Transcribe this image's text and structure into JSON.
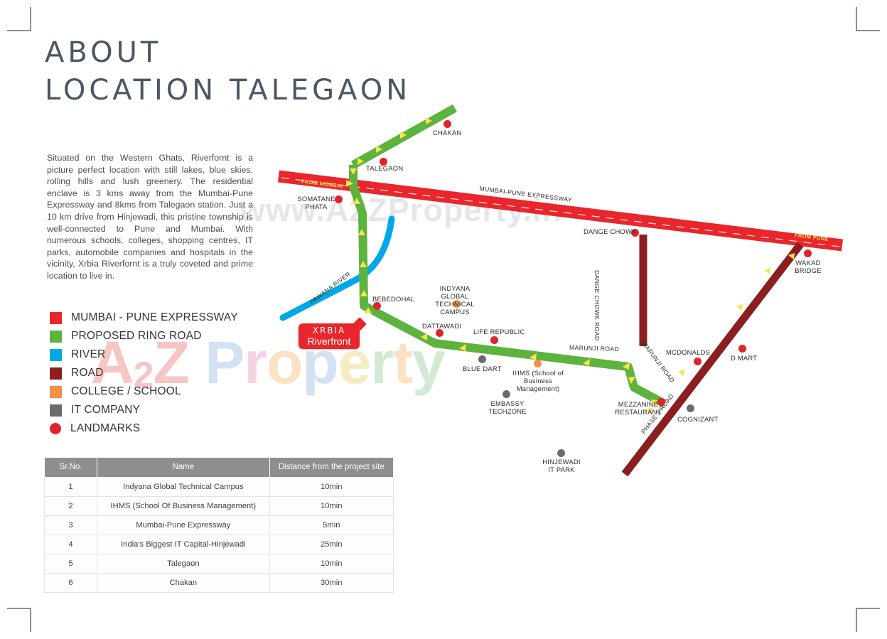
{
  "header": {
    "title_line1": "ABOUT",
    "title_line2": "LOCATION TALEGAON"
  },
  "description": {
    "text": "Situated on the Western Ghats, Riverfornt is a picture perfect location with still lakes, blue skies, rolling hills and lush greenery. The residential enclave is 3 kms away from the Mumbai-Pune Expressway and 8kms from Talegaon station. Just a 10 km drive from Hinjewadi, this pristine township is well-connected to Pune and Mumbai. With numerous schools, colleges, shopping centres, IT parks, automobile companies and hospitals in the vicinity, Xrbia Riverfornt is a truly coveted and prime location to live in."
  },
  "legend": {
    "items": [
      {
        "label": "MUMBAI - PUNE EXPRESSWAY",
        "color": "#e8262c",
        "shape": "square"
      },
      {
        "label": "PROPOSED RING ROAD",
        "color": "#5cb33e",
        "shape": "square"
      },
      {
        "label": "RIVER",
        "color": "#00a8e8",
        "shape": "square"
      },
      {
        "label": "ROAD",
        "color": "#8b1f1f",
        "shape": "square"
      },
      {
        "label": "COLLEGE / SCHOOL",
        "color": "#f0924a",
        "shape": "square"
      },
      {
        "label": "IT COMPANY",
        "color": "#6b6b6b",
        "shape": "square"
      },
      {
        "label": "LANDMARKS",
        "color": "#e0242b",
        "shape": "circle"
      }
    ]
  },
  "table": {
    "headers": [
      "Sr.No.",
      "Name",
      "Distance from the project site"
    ],
    "rows": [
      {
        "sr": "1",
        "name": "Indyana Global Technical Campus",
        "distance": "10min"
      },
      {
        "sr": "2",
        "name": "IHMS (School Of Business Management)",
        "distance": "10min"
      },
      {
        "sr": "3",
        "name": "Mumbai-Pune Expressway",
        "distance": "5min"
      },
      {
        "sr": "4",
        "name": "India's Biggest IT Capital-Hinjewadi",
        "distance": "25min"
      },
      {
        "sr": "5",
        "name": "Talegaon",
        "distance": "10min"
      },
      {
        "sr": "6",
        "name": "Chakan",
        "distance": "30min"
      }
    ]
  },
  "map": {
    "project_marker": {
      "brand": "XRBIA",
      "name": "Riverfront"
    },
    "road_labels": [
      {
        "id": "mumbai-pune-expressway",
        "text": "MUMBAI-PUNE EXPRESSWAY"
      },
      {
        "id": "from-mumbai",
        "text": "FROM MUMBAI"
      },
      {
        "id": "from-pune",
        "text": "FROM PUNE"
      },
      {
        "id": "pawana-river",
        "text": "PAWANA RIVER"
      },
      {
        "id": "dange-chowk-road",
        "text": "DANGE CHOWK ROAD"
      },
      {
        "id": "marunji-road-main",
        "text": "MARUNJI ROAD"
      },
      {
        "id": "marunji-road-diagonal",
        "text": "MARUNJI ROAD"
      },
      {
        "id": "phase-2-road",
        "text": "PHASE 2 ROAD"
      }
    ],
    "landmarks": [
      {
        "id": "chakan",
        "text": "CHAKAN",
        "type": "landmark"
      },
      {
        "id": "talegaon",
        "text": "TALEGAON",
        "type": "landmark"
      },
      {
        "id": "somatane-phata",
        "text": "SOMATANE PHATA",
        "type": "landmark"
      },
      {
        "id": "bebedohal",
        "text": "BEBEDOHAL",
        "type": "landmark"
      },
      {
        "id": "dattawadi",
        "text": "DATTAWADI",
        "type": "landmark"
      },
      {
        "id": "life-republic",
        "text": "LIFE REPUBLIC",
        "type": "landmark"
      },
      {
        "id": "dange-chowk",
        "text": "DANGE CHOWK",
        "type": "landmark"
      },
      {
        "id": "wakad-bridge",
        "text": "WAKAD BRIDGE",
        "type": "landmark"
      },
      {
        "id": "mcdonalds",
        "text": "MCDONALDS",
        "type": "landmark"
      },
      {
        "id": "d-mart",
        "text": "D MART",
        "type": "landmark"
      },
      {
        "id": "mezzanine-restaurant",
        "text": "MEZZANINE RESTAURANT",
        "type": "landmark"
      },
      {
        "id": "indyana-global-technical-campus",
        "text": "INDYANA GLOBAL TECHNICAL CAMPUS",
        "type": "college"
      },
      {
        "id": "ihms",
        "text": "IHMS (School of Business Management)",
        "type": "college"
      },
      {
        "id": "blue-dart",
        "text": "BLUE DART",
        "type": "itcompany"
      },
      {
        "id": "embassy-techzone",
        "text": "EMBASSY TECHZONE",
        "type": "itcompany"
      },
      {
        "id": "cognizant",
        "text": "COGNIZANT",
        "type": "itcompany"
      },
      {
        "id": "hinjewadi-it-park",
        "text": "HINJEWADI IT PARK",
        "type": "itcompany"
      }
    ]
  },
  "watermark": {
    "url": "www.A2ZProperty.in",
    "brand_a": "A",
    "brand_2": "2",
    "brand_z": "Z",
    "brand_word": "Property"
  }
}
